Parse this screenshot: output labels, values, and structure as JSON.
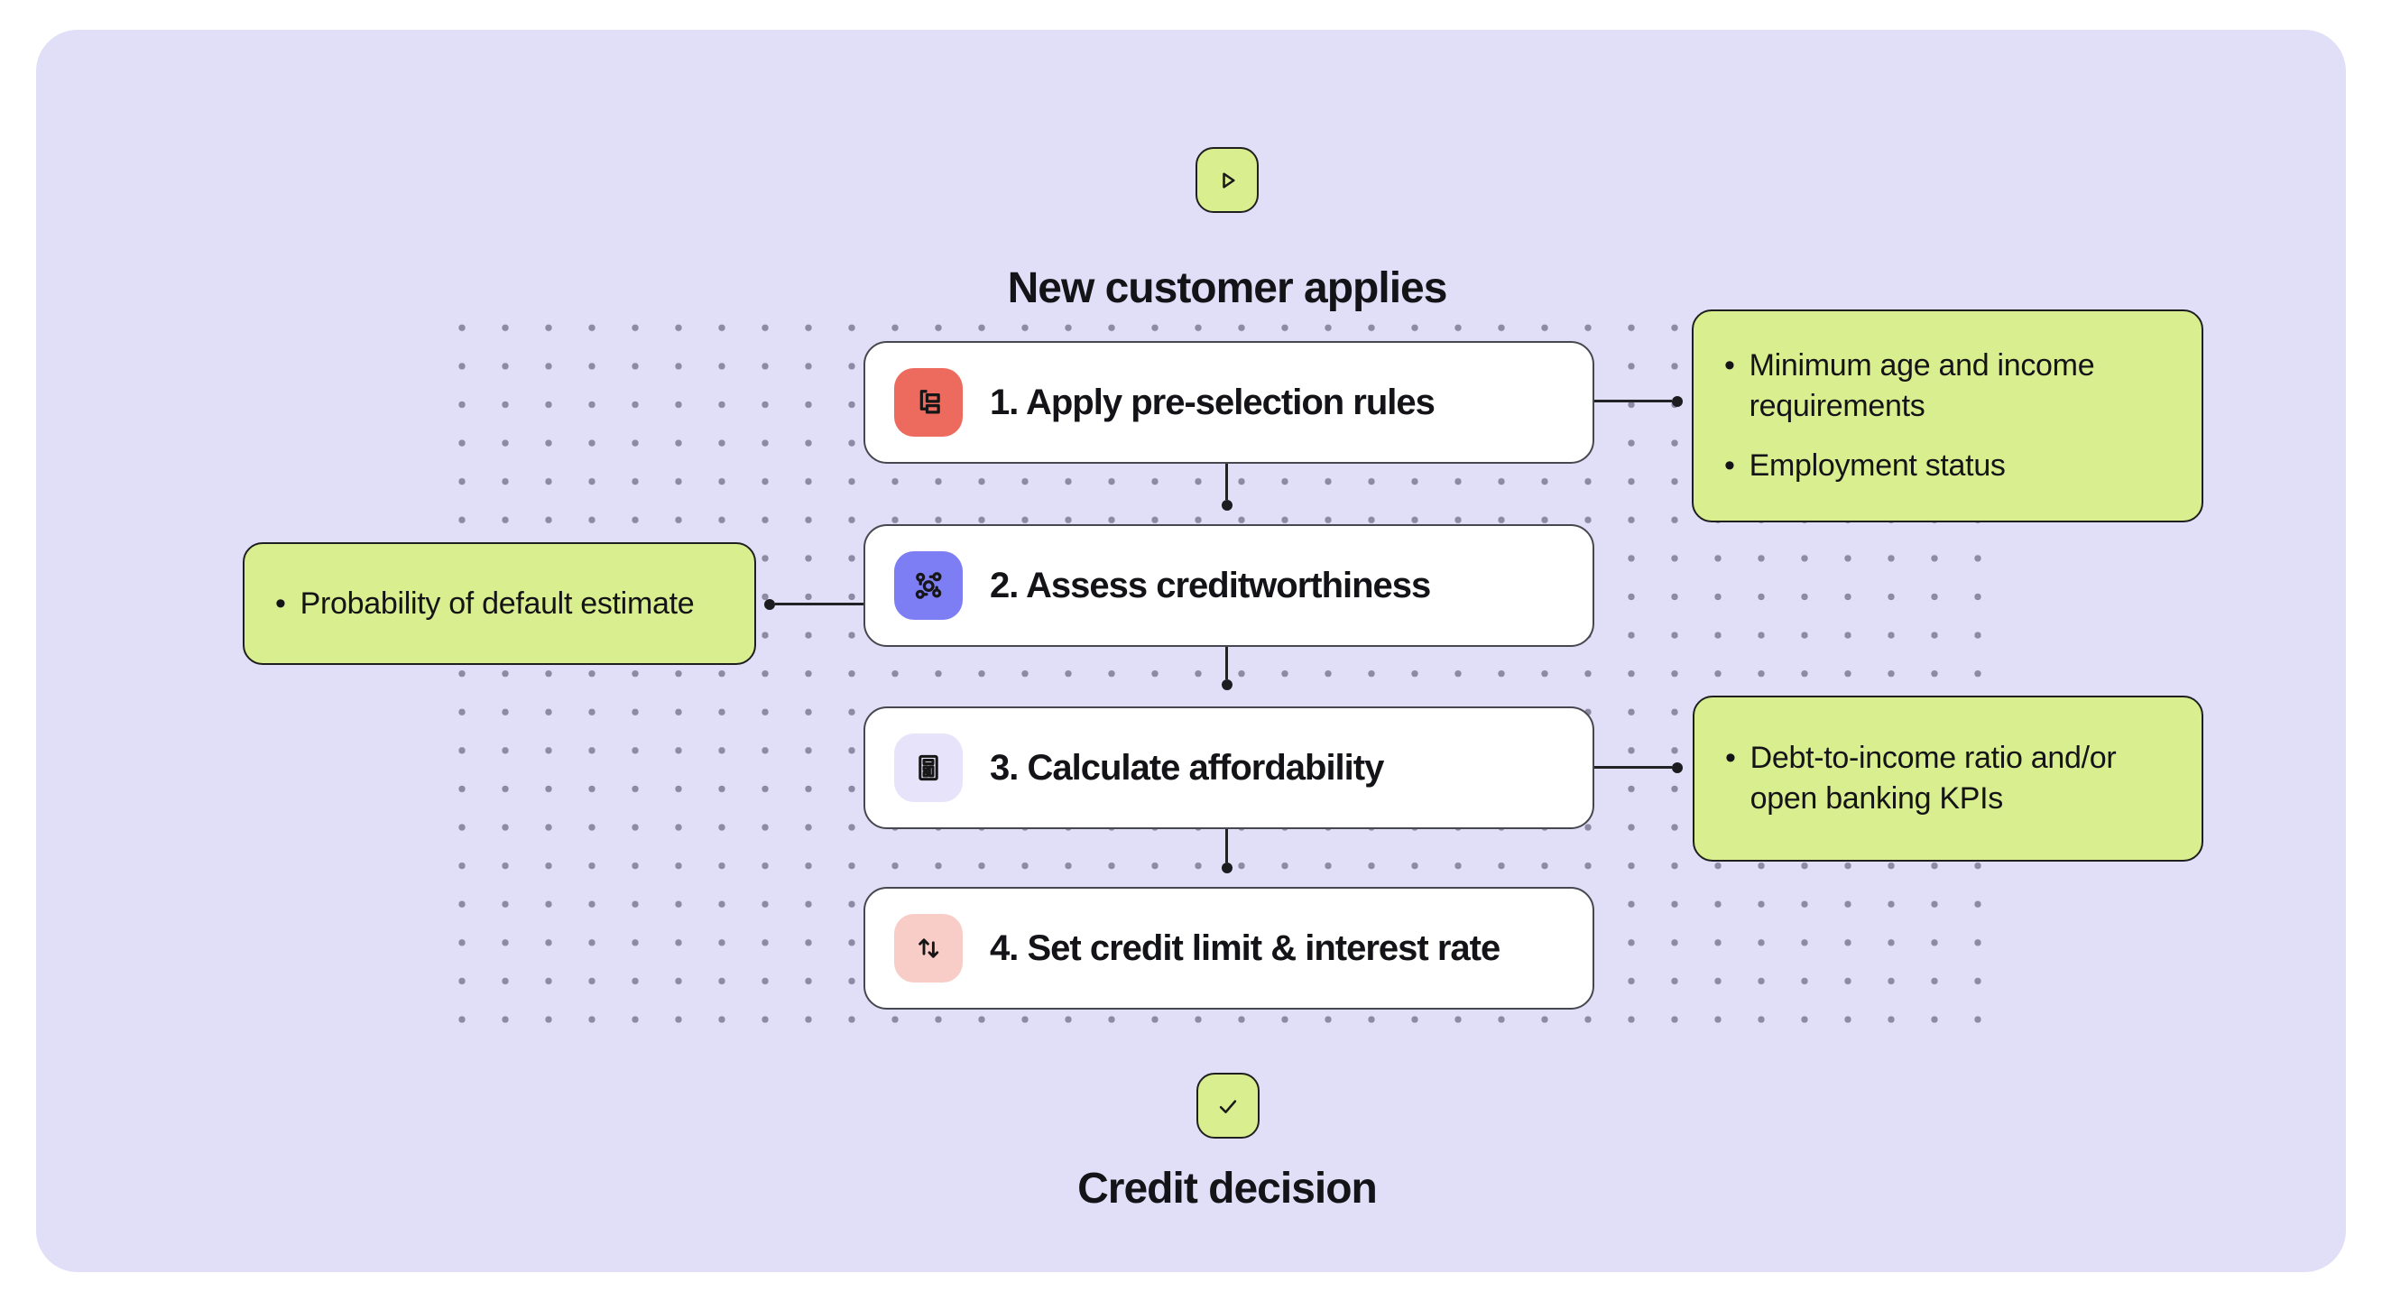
{
  "bullet_char": "•",
  "start": {
    "label": "New customer applies"
  },
  "end": {
    "label": "Credit decision"
  },
  "steps": [
    {
      "label": "1. Apply pre-selection rules",
      "icon": "rules-tree-icon",
      "icon_bg": "#ed6b5e"
    },
    {
      "label": "2. Assess creditworthiness",
      "icon": "model-graph-icon",
      "icon_bg": "#7d7df4"
    },
    {
      "label": "3. Calculate affordability",
      "icon": "calculator-icon",
      "icon_bg": "#e6e3fb"
    },
    {
      "label": "4. Set credit limit & interest rate",
      "icon": "up-down-arrows-icon",
      "icon_bg": "#f8cdc7"
    }
  ],
  "annotations": [
    {
      "attached_to": "step-1",
      "side": "right",
      "items": [
        {
          "lines": [
            "Minimum age and income",
            "requirements"
          ]
        },
        {
          "lines": [
            "Employment status"
          ]
        }
      ]
    },
    {
      "attached_to": "step-2",
      "side": "left",
      "items": [
        {
          "lines": [
            "Probability of default estimate"
          ]
        }
      ]
    },
    {
      "attached_to": "step-3",
      "side": "right",
      "items": [
        {
          "lines": [
            "Debt-to-income ratio and/or",
            "open banking KPIs"
          ]
        }
      ]
    }
  ],
  "colors": {
    "page_bg": "#ffffff",
    "panel_bg": "#e1def8",
    "node_green": "#d9ee8f",
    "dark_border": "#1f1f1f",
    "step_box_bg": "#ffffff",
    "step_box_border": "#47474f",
    "connector": "#222226",
    "dot_grid": "#8e8aa4",
    "text": "#141418"
  }
}
